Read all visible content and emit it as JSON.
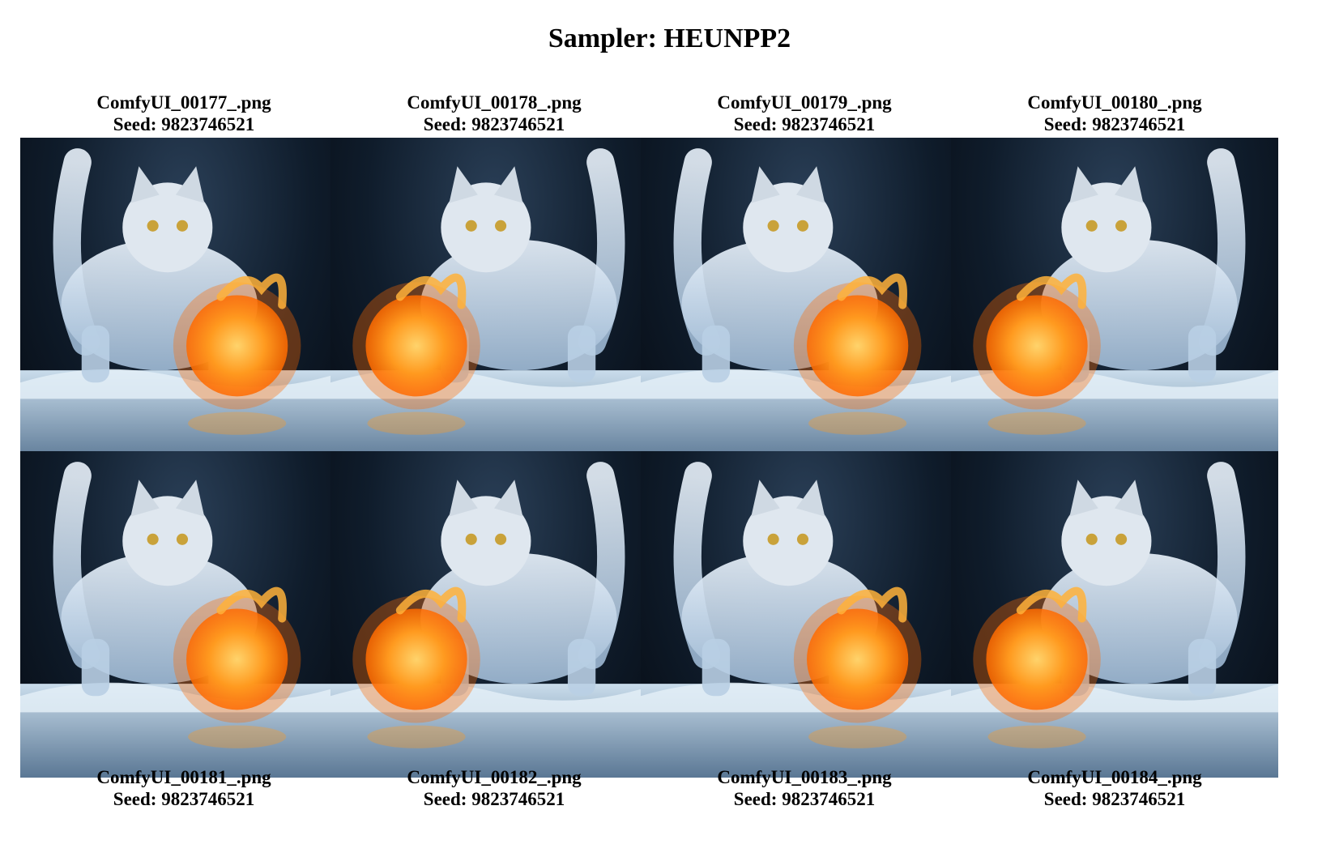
{
  "page": {
    "title": "Sampler: HEUNPP2"
  },
  "labels": {
    "seed_prefix": "Seed: "
  },
  "images": [
    {
      "filename": "ComfyUI_00177_.png",
      "seed": "Seed: 9823746521",
      "fire_side": "right"
    },
    {
      "filename": "ComfyUI_00178_.png",
      "seed": "Seed: 9823746521",
      "fire_side": "left"
    },
    {
      "filename": "ComfyUI_00179_.png",
      "seed": "Seed: 9823746521",
      "fire_side": "right"
    },
    {
      "filename": "ComfyUI_00180_.png",
      "seed": "Seed: 9823746521",
      "fire_side": "left"
    },
    {
      "filename": "ComfyUI_00181_.png",
      "seed": "Seed: 9823746521",
      "fire_side": "right"
    },
    {
      "filename": "ComfyUI_00182_.png",
      "seed": "Seed: 9823746521",
      "fire_side": "left"
    },
    {
      "filename": "ComfyUI_00183_.png",
      "seed": "Seed: 9823746521",
      "fire_side": "right"
    },
    {
      "filename": "ComfyUI_00184_.png",
      "seed": "Seed: 9823746521",
      "fire_side": "left"
    }
  ],
  "colors": {
    "background": "#ffffff",
    "scene_dark": "#0f1c2b",
    "ice": "#cfe2f3",
    "fire_core": "#ffd36b",
    "fire_outer": "#ff6a00"
  }
}
